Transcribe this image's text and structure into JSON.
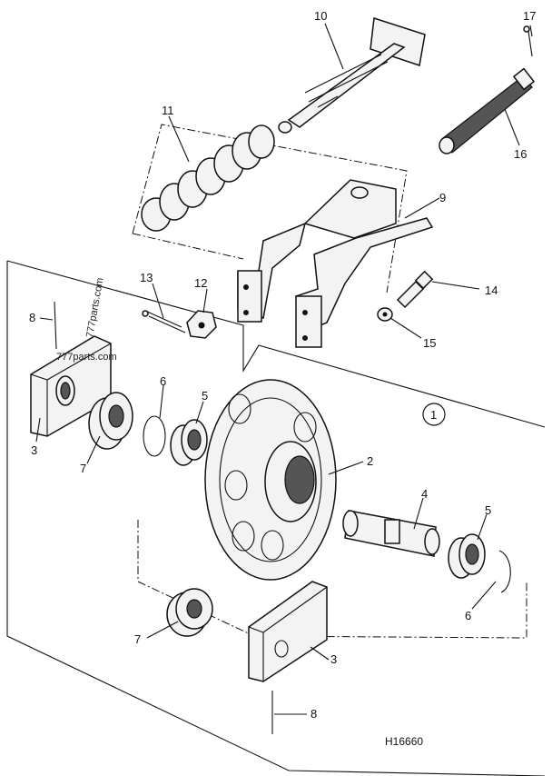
{
  "callouts": {
    "c1": "1",
    "c2": "2",
    "c3a": "3",
    "c3b": "3",
    "c4": "4",
    "c5a": "5",
    "c5b": "5",
    "c6a": "6",
    "c6b": "6",
    "c7a": "7",
    "c7b": "7",
    "c8a": "8",
    "c8b": "8",
    "c9": "9",
    "c10": "10",
    "c11": "11",
    "c12": "12",
    "c13": "13",
    "c14": "14",
    "c15": "15",
    "c16": "16",
    "c17": "17"
  },
  "watermarks": {
    "w1": "777parts.com",
    "w2": "777parts.com"
  },
  "drawing_code": "H16660"
}
